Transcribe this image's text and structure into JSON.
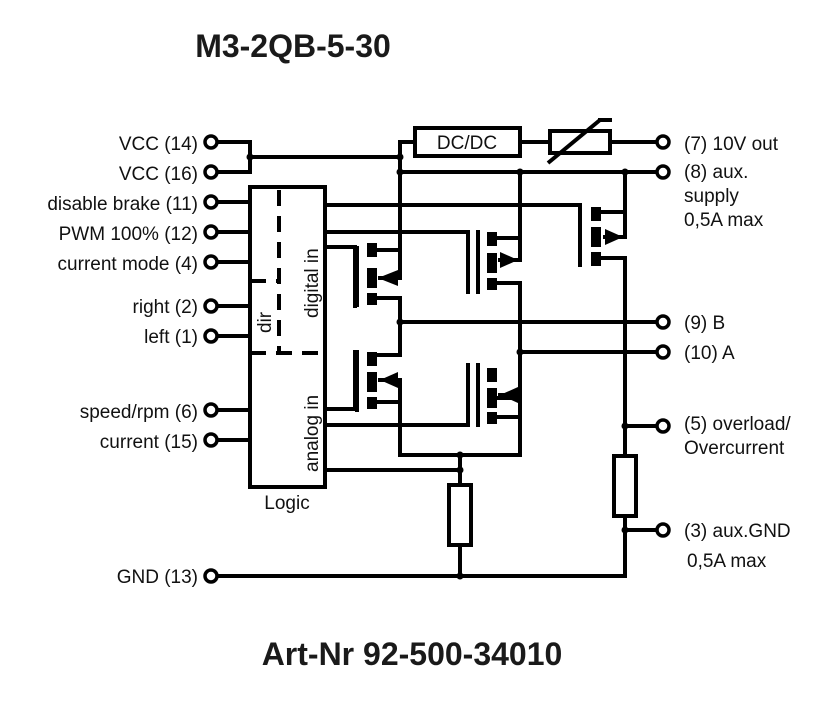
{
  "title": "M3-2QB-5-30",
  "article_number": "Art-Nr 92-500-34010",
  "left_terminals": [
    {
      "label": "VCC (14)"
    },
    {
      "label": "VCC (16)"
    },
    {
      "label": "disable brake (11)"
    },
    {
      "label": "PWM 100% (12)"
    },
    {
      "label": "current mode (4)"
    },
    {
      "label": "right (2)"
    },
    {
      "label": "left (1)"
    },
    {
      "label": "speed/rpm (6)"
    },
    {
      "label": "current (15)"
    },
    {
      "label": "GND (13)"
    }
  ],
  "right_terminals": [
    {
      "label": "(7) 10V out"
    },
    {
      "label": "(8) aux.",
      "sub": [
        "supply",
        "0,5A max"
      ]
    },
    {
      "label": "(9) B"
    },
    {
      "label": "(10) A"
    },
    {
      "label": "(5) overload/",
      "sub": [
        "Overcurrent"
      ]
    },
    {
      "label": "(3) aux.GND",
      "sub": [
        "0,5A max"
      ]
    }
  ],
  "blocks": {
    "dcdc": "DC/DC",
    "logic": "Logic",
    "dir": "dir",
    "digital_in": "digital in",
    "analog_in": "analog in"
  }
}
